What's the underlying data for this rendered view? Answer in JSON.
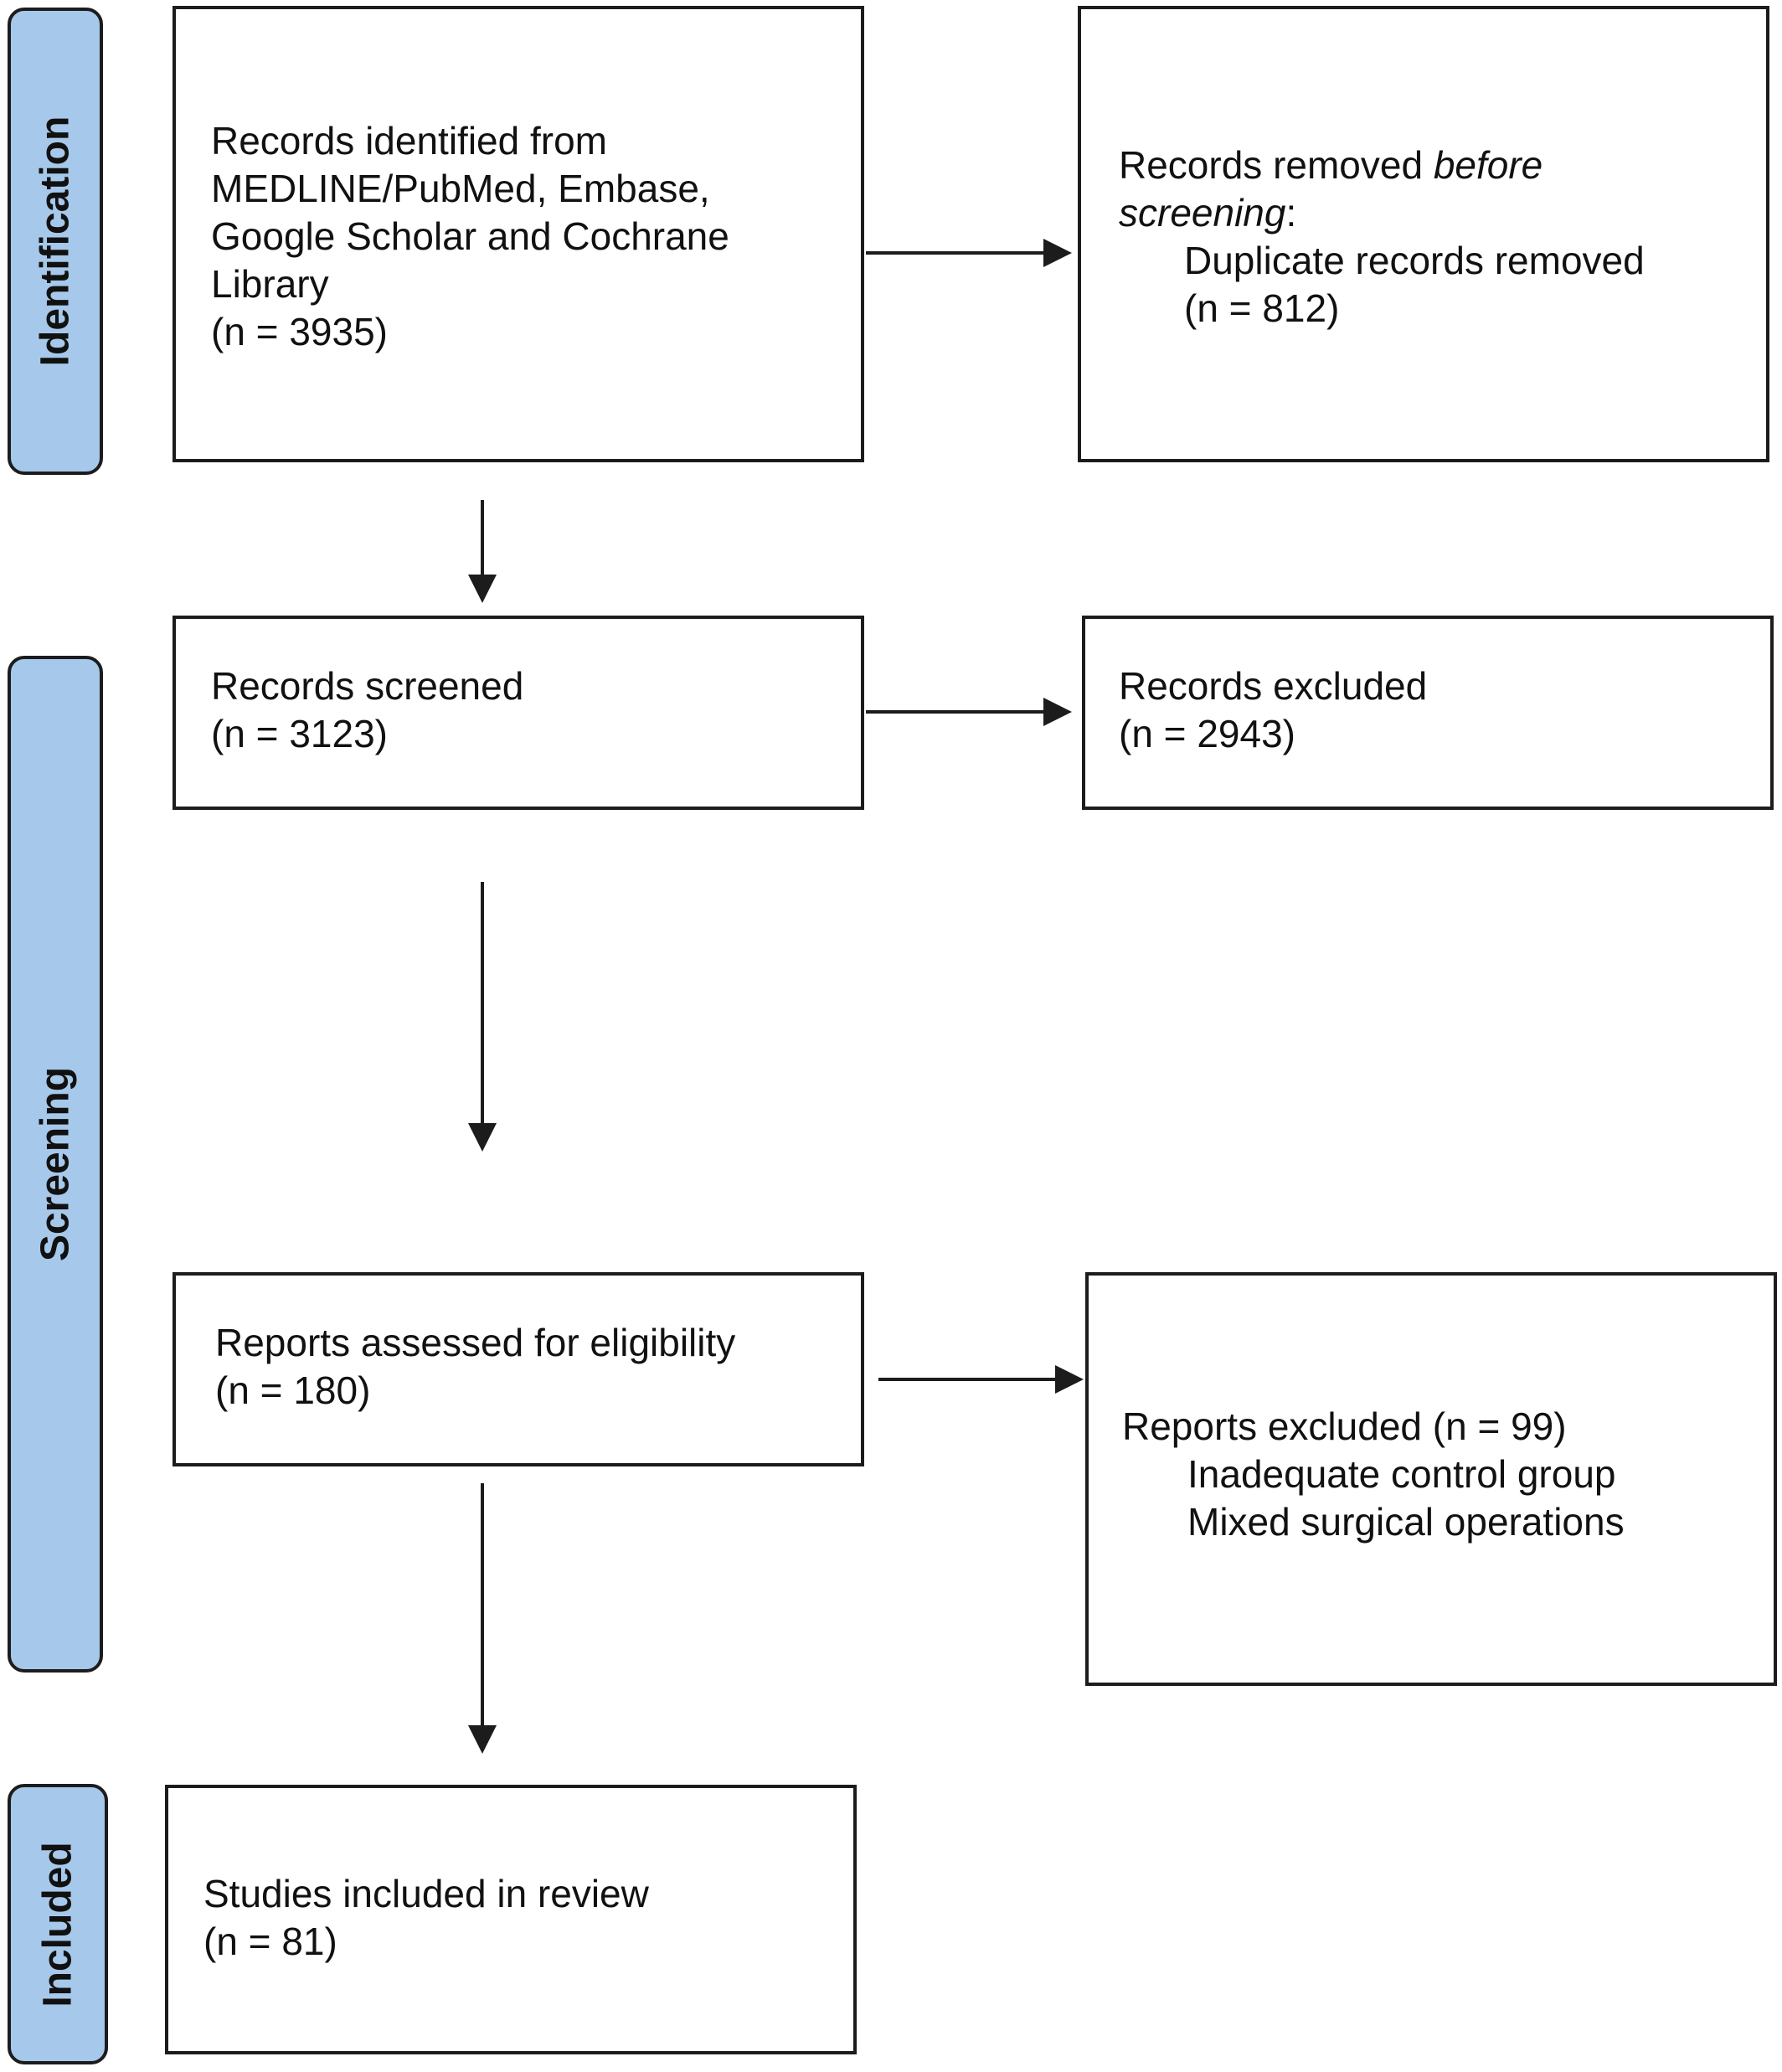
{
  "phases": {
    "identification": "Identification",
    "screening": "Screening",
    "included": "Included"
  },
  "boxes": {
    "identified": {
      "line1": "Records identified from",
      "line2": "MEDLINE/PubMed, Embase,",
      "line3": "Google Scholar and Cochrane",
      "line4": "Library",
      "count": "(n = 3935)"
    },
    "removed": {
      "prefix": "Records removed ",
      "emphasis_1": "before",
      "emphasis_2": "screening",
      "suffix": ":",
      "item": "Duplicate records removed",
      "count": "(n = 812)"
    },
    "screened": {
      "label": "Records screened",
      "count": "(n = 3123)"
    },
    "excluded": {
      "label": "Records excluded",
      "count": "(n = 2943)"
    },
    "assessed": {
      "label": "Reports assessed for eligibility",
      "count": "(n = 180)"
    },
    "reports_excluded": {
      "label": "Reports excluded (n = 99)",
      "reasons": [
        "Inadequate control group",
        "Mixed surgical operations"
      ]
    },
    "included": {
      "label": "Studies included in review",
      "count": "(n = 81)"
    }
  },
  "colors": {
    "phase_fill": "#a6c8ea",
    "line": "#1c1c1c"
  }
}
